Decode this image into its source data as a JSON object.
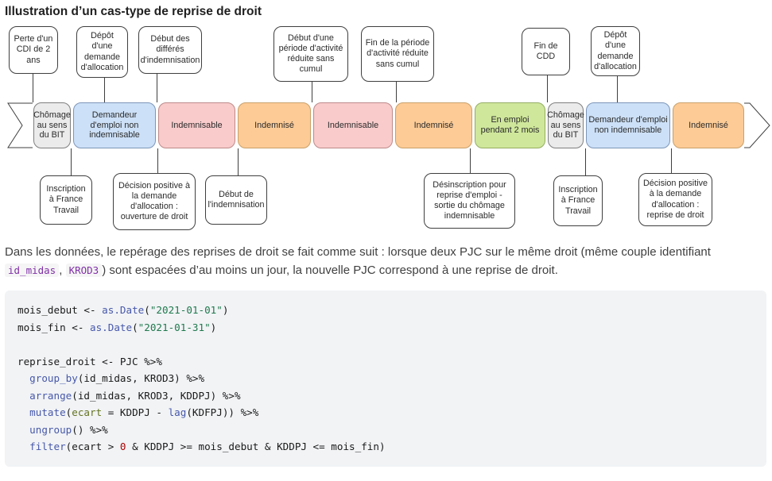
{
  "page": {
    "title": "Illustration d’un cas-type de reprise de droit"
  },
  "diagram": {
    "top_boxes": [
      {
        "label": "Perte d'un CDI de 2 ans"
      },
      {
        "label": "Dépôt d'une demande d'allocation"
      },
      {
        "label": "Début des différés d'indemnisation"
      },
      {
        "label": "Début d'une période d'activité réduite sans cumul"
      },
      {
        "label": "Fin de la période d'activité réduite sans cumul"
      },
      {
        "label": "Fin de CDD"
      },
      {
        "label": "Dépôt d'une demande d'allocation"
      }
    ],
    "segments": [
      {
        "label": "Chômage au sens du BIT",
        "color": "grey"
      },
      {
        "label": "Demandeur d'emploi non indemnisable",
        "color": "blue"
      },
      {
        "label": "Indemnisable",
        "color": "pink"
      },
      {
        "label": "Indemnisé",
        "color": "orange"
      },
      {
        "label": "Indemnisable",
        "color": "pink"
      },
      {
        "label": "Indemnisé",
        "color": "orange"
      },
      {
        "label": "En emploi pendant 2 mois",
        "color": "green"
      },
      {
        "label": "Chômage au sens du BIT",
        "color": "grey"
      },
      {
        "label": "Demandeur d'emploi non indemnisable",
        "color": "blue"
      },
      {
        "label": "Indemnisé",
        "color": "orange"
      }
    ],
    "bottom_boxes": [
      {
        "label": "Inscription à France Travail"
      },
      {
        "label": "Décision positive à la demande d'allocation : ouverture de droit"
      },
      {
        "label": "Début de l'indemnisation"
      },
      {
        "label": "Désinscription pour reprise d'emploi - sortie du chômage indemnisable"
      },
      {
        "label": "Inscription à France Travail"
      },
      {
        "label": "Décision positive à la demande d'allocation : reprise de droit"
      }
    ],
    "colors": {
      "grey": "#ebebeb",
      "blue": "#cce0f7",
      "pink": "#f9cbcb",
      "orange": "#fccb96",
      "green": "#cfe79b",
      "outline": "#3f3f3f"
    }
  },
  "paragraph": {
    "parts": [
      {
        "type": "text",
        "value": "Dans les données, le repérage des reprises de droit se fait comme suit : lorsque deux PJC sur le même droit (même couple identifiant "
      },
      {
        "type": "code",
        "value": "id_midas"
      },
      {
        "type": "text",
        "value": ", "
      },
      {
        "type": "code",
        "value": "KROD3"
      },
      {
        "type": "text",
        "value": ") sont espacées d’au moins un jour, la nouvelle PJC correspond à une reprise de droit."
      }
    ]
  },
  "code_block": {
    "lines": [
      [
        {
          "c": "pl",
          "t": "mois_debut <- "
        },
        {
          "c": "fu",
          "t": "as.Date"
        },
        {
          "c": "pl",
          "t": "("
        },
        {
          "c": "st",
          "t": "\"2021-01-01\""
        },
        {
          "c": "pl",
          "t": ")"
        }
      ],
      [
        {
          "c": "pl",
          "t": "mois_fin <- "
        },
        {
          "c": "fu",
          "t": "as.Date"
        },
        {
          "c": "pl",
          "t": "("
        },
        {
          "c": "st",
          "t": "\"2021-01-31\""
        },
        {
          "c": "pl",
          "t": ")"
        }
      ],
      [],
      [
        {
          "c": "pl",
          "t": "reprise_droit <- PJC %>%"
        }
      ],
      [
        {
          "c": "pl",
          "t": "  "
        },
        {
          "c": "fu",
          "t": "group_by"
        },
        {
          "c": "pl",
          "t": "(id_midas, KROD3) %>%"
        }
      ],
      [
        {
          "c": "pl",
          "t": "  "
        },
        {
          "c": "fu",
          "t": "arrange"
        },
        {
          "c": "pl",
          "t": "(id_midas, KROD3, KDDPJ) %>%"
        }
      ],
      [
        {
          "c": "pl",
          "t": "  "
        },
        {
          "c": "fu",
          "t": "mutate"
        },
        {
          "c": "pl",
          "t": "("
        },
        {
          "c": "at",
          "t": "ecart"
        },
        {
          "c": "pl",
          "t": " = KDDPJ - "
        },
        {
          "c": "fu",
          "t": "lag"
        },
        {
          "c": "pl",
          "t": "(KDFPJ)) %>%"
        }
      ],
      [
        {
          "c": "pl",
          "t": "  "
        },
        {
          "c": "fu",
          "t": "ungroup"
        },
        {
          "c": "pl",
          "t": "() %>%"
        }
      ],
      [
        {
          "c": "pl",
          "t": "  "
        },
        {
          "c": "fu",
          "t": "filter"
        },
        {
          "c": "pl",
          "t": "(ecart > "
        },
        {
          "c": "dv",
          "t": "0"
        },
        {
          "c": "pl",
          "t": " & KDDPJ >= mois_debut & KDDPJ <= mois_fin)"
        }
      ]
    ]
  }
}
